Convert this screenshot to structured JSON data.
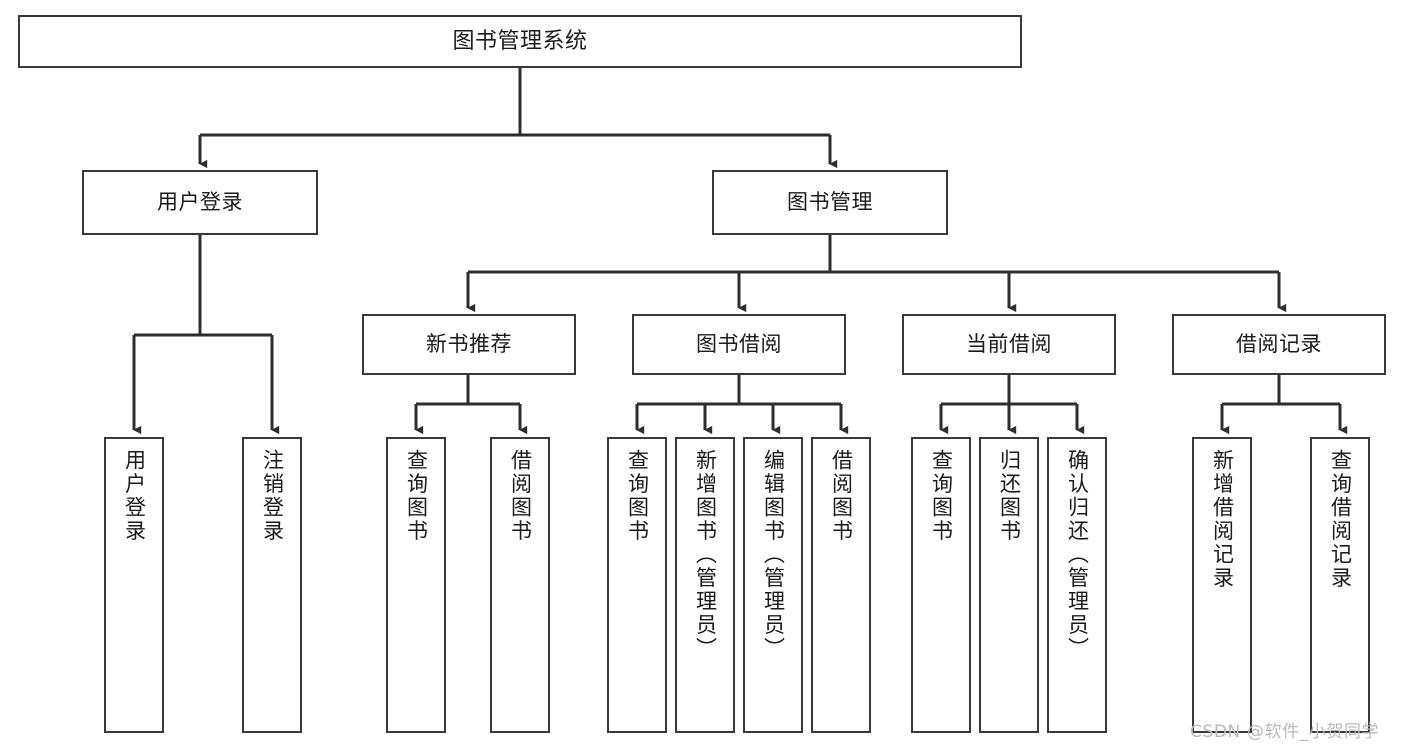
{
  "diagram": {
    "type": "hierarchy-tree",
    "title": "图书管理系统",
    "nodes": {
      "root": {
        "label": "图书管理系统",
        "orientation": "horizontal"
      },
      "l2": [
        {
          "id": "user-login",
          "label": "用户登录",
          "orientation": "horizontal"
        },
        {
          "id": "book-manage",
          "label": "图书管理",
          "orientation": "horizontal"
        }
      ],
      "l3": [
        {
          "id": "new-book-recommend",
          "label": "新书推荐",
          "orientation": "horizontal"
        },
        {
          "id": "book-borrow",
          "label": "图书借阅",
          "orientation": "horizontal"
        },
        {
          "id": "current-borrow",
          "label": "当前借阅",
          "orientation": "horizontal"
        },
        {
          "id": "borrow-record",
          "label": "借阅记录",
          "orientation": "horizontal"
        }
      ],
      "leaves": [
        {
          "id": "leaf-user-login",
          "label": "用户登录",
          "parent": "user-login",
          "orientation": "vertical"
        },
        {
          "id": "leaf-logout-login",
          "label": "注销登录",
          "parent": "user-login",
          "orientation": "vertical"
        },
        {
          "id": "leaf-query-book-1",
          "label": "查询图书",
          "parent": "new-book-recommend",
          "orientation": "vertical"
        },
        {
          "id": "leaf-borrow-book-1",
          "label": "借阅图书",
          "parent": "new-book-recommend",
          "orientation": "vertical"
        },
        {
          "id": "leaf-query-book-2",
          "label": "查询图书",
          "parent": "book-borrow",
          "orientation": "vertical"
        },
        {
          "id": "leaf-add-book",
          "label": "新增图书（管理员）",
          "parent": "book-borrow",
          "orientation": "vertical"
        },
        {
          "id": "leaf-edit-book",
          "label": "编辑图书（管理员）",
          "parent": "book-borrow",
          "orientation": "vertical"
        },
        {
          "id": "leaf-borrow-book-2",
          "label": "借阅图书",
          "parent": "book-borrow",
          "orientation": "vertical"
        },
        {
          "id": "leaf-query-book-3",
          "label": "查询图书",
          "parent": "current-borrow",
          "orientation": "vertical"
        },
        {
          "id": "leaf-return-book",
          "label": "归还图书",
          "parent": "current-borrow",
          "orientation": "vertical"
        },
        {
          "id": "leaf-confirm-return",
          "label": "确认归还（管理员）",
          "parent": "current-borrow",
          "orientation": "vertical"
        },
        {
          "id": "leaf-add-record",
          "label": "新增借阅记录",
          "parent": "borrow-record",
          "orientation": "vertical"
        },
        {
          "id": "leaf-query-record",
          "label": "查询借阅记录",
          "parent": "borrow-record",
          "orientation": "vertical"
        }
      ]
    },
    "colors": {
      "stroke": "#3a3a3a",
      "text": "#1b1b1b",
      "background": "#ffffff",
      "watermark": "#b9b9b9"
    }
  },
  "watermark": {
    "text": "CSDN @软件_小贺同学"
  }
}
